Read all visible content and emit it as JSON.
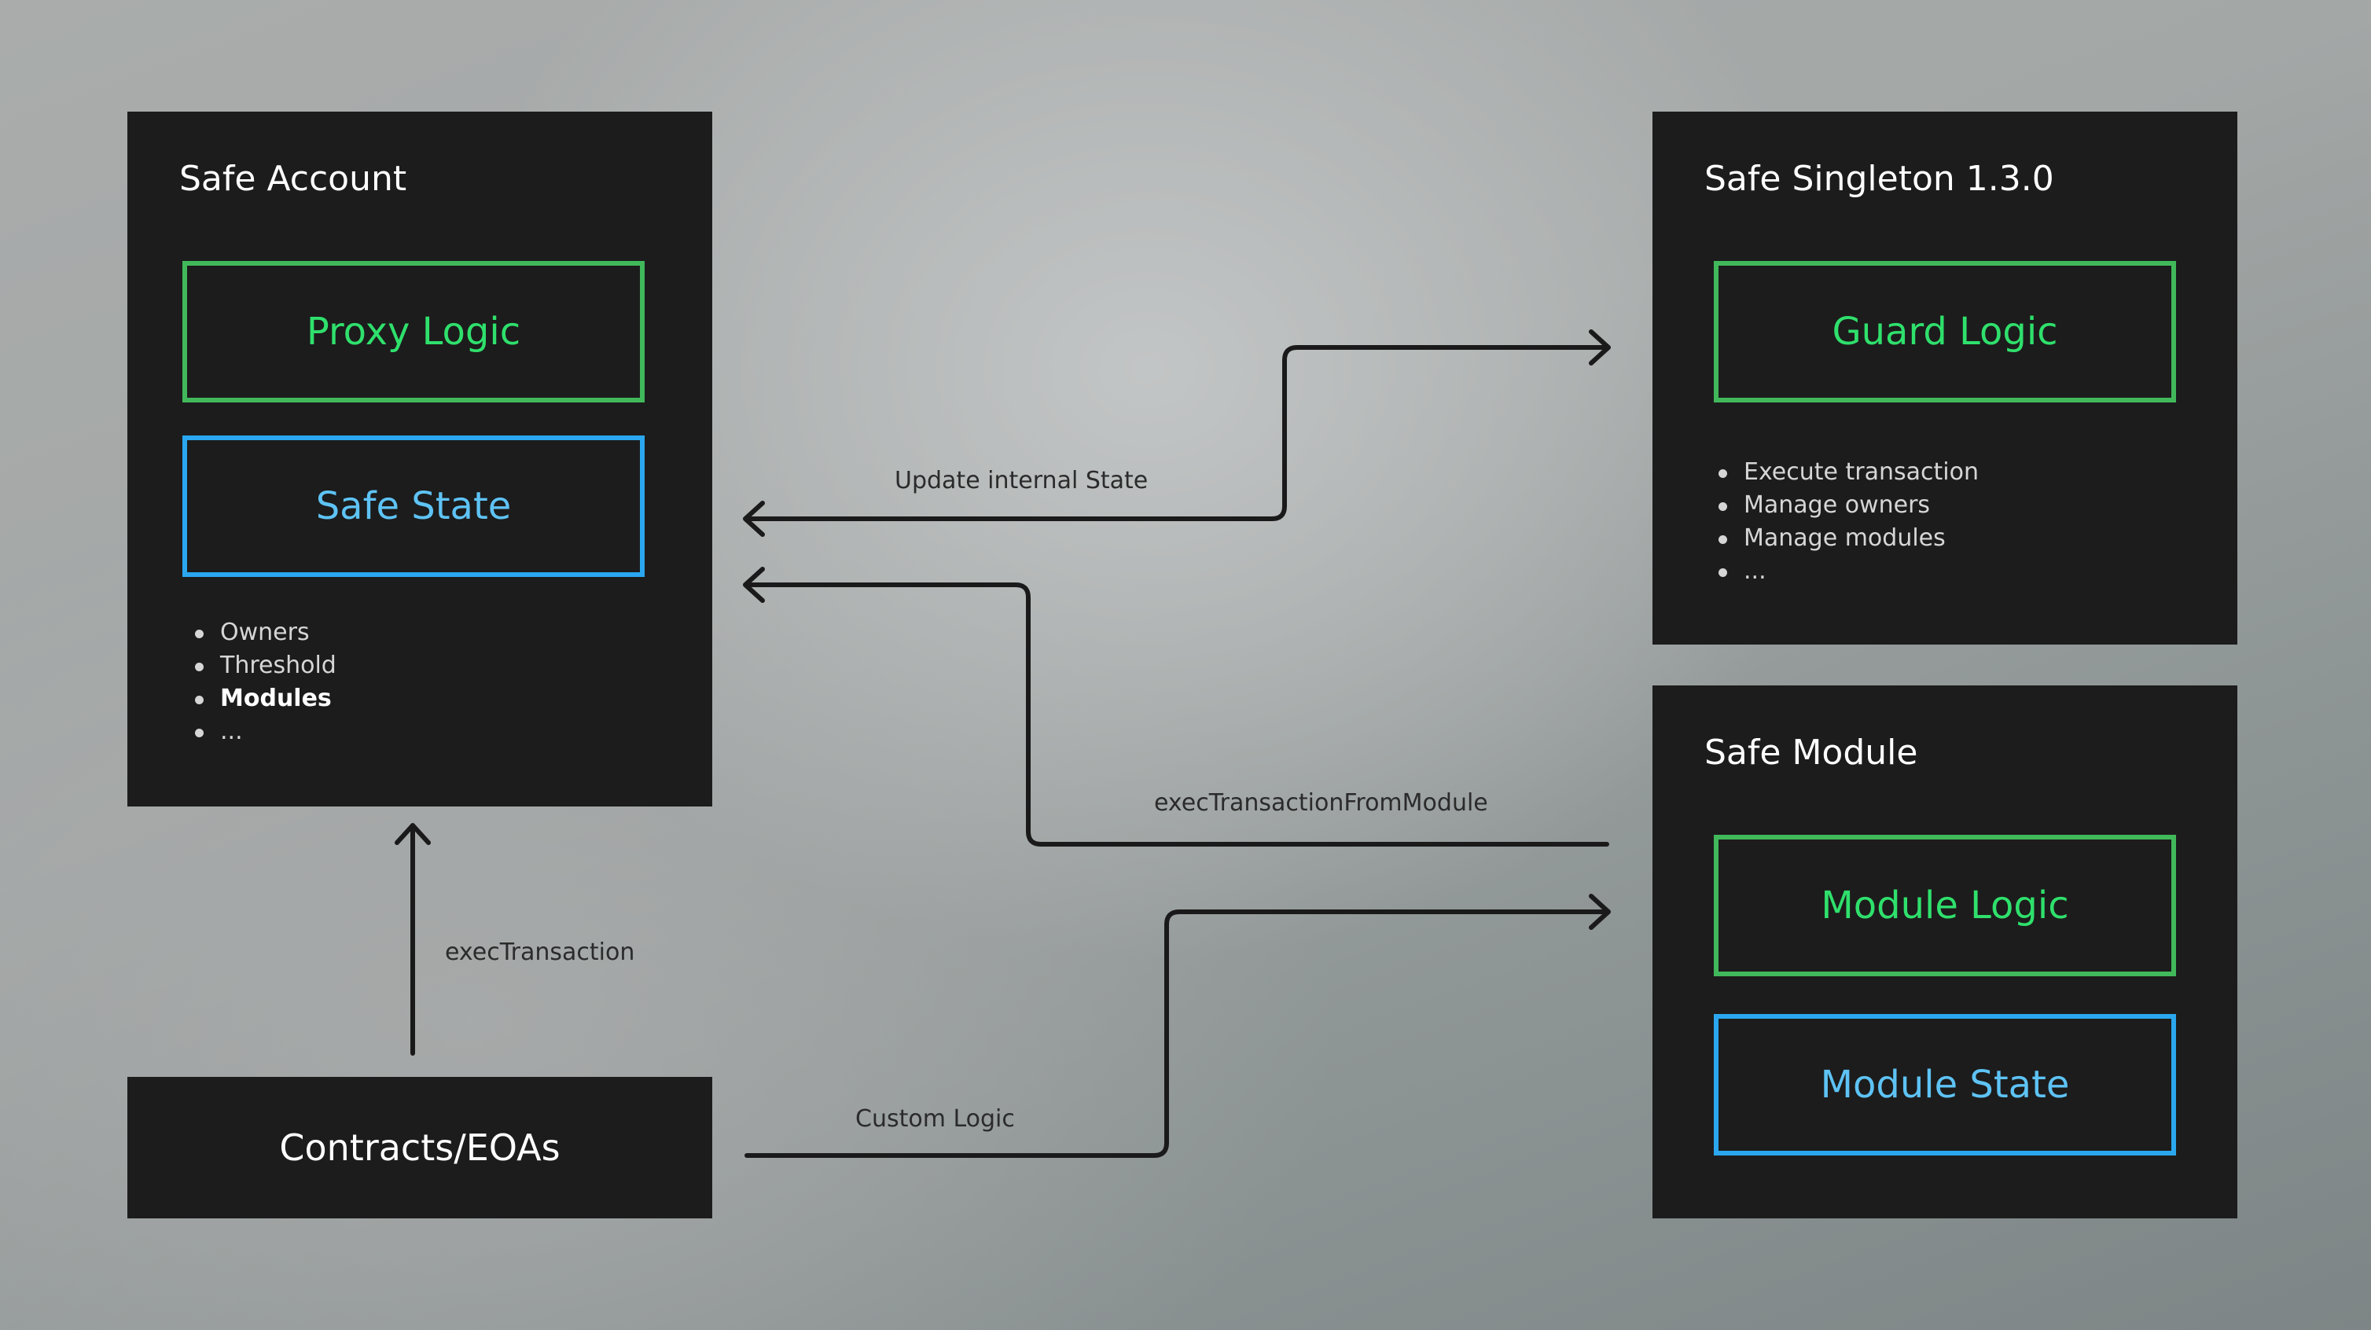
{
  "nodes": {
    "safe_account": {
      "title": "Safe Account",
      "proxy_logic": "Proxy Logic",
      "safe_state": "Safe State",
      "items": [
        "Owners",
        "Threshold",
        "Modules",
        "..."
      ]
    },
    "safe_singleton": {
      "title": "Safe Singleton 1.3.0",
      "guard_logic": "Guard Logic",
      "items": [
        "Execute transaction",
        "Manage owners",
        "Manage modules",
        "..."
      ]
    },
    "safe_module": {
      "title": "Safe Module",
      "module_logic": "Module Logic",
      "module_state": "Module State"
    },
    "contracts": {
      "title": "Contracts/EOAs"
    }
  },
  "edges": {
    "update_internal_state": "Update internal State",
    "exec_transaction_from_module": "execTransactionFromModule",
    "exec_transaction": "execTransaction",
    "custom_logic": "Custom Logic"
  },
  "colors": {
    "panel": "#1c1c1c",
    "logic": "#41b95b",
    "state": "#2aa7ef",
    "arrow": "#1a1a1a"
  }
}
